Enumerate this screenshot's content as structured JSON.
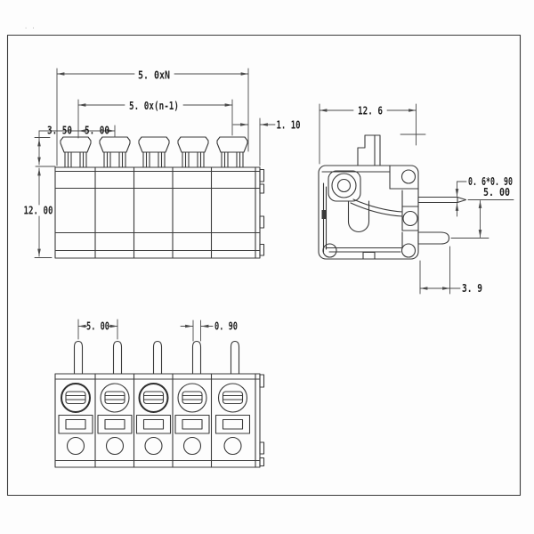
{
  "front_view": {
    "dim_total_width": "5. 0xN",
    "dim_center_span": "5. 0x(n-1)",
    "dim_clamp_height": "3. 50",
    "dim_pole_pitch": "5. 00",
    "dim_edge_offset": "1. 10",
    "dim_body_height": "12. 00"
  },
  "side_view": {
    "dim_body_depth": "12. 6",
    "dim_pin_cross_section": "0. 6*0. 90",
    "dim_pin_row_spacing": "5. 00",
    "dim_pin_protrusion": "3. 9"
  },
  "top_view": {
    "dim_pin_pitch": "5. 00",
    "dim_pin_width": "0. 90"
  },
  "artifact_mark": "· ·",
  "pole_count": "5",
  "colors": {
    "line": "#3a3a3a",
    "dimension": "#4a4a4a",
    "text": "#1f1f1f",
    "background": "#ffffff"
  }
}
